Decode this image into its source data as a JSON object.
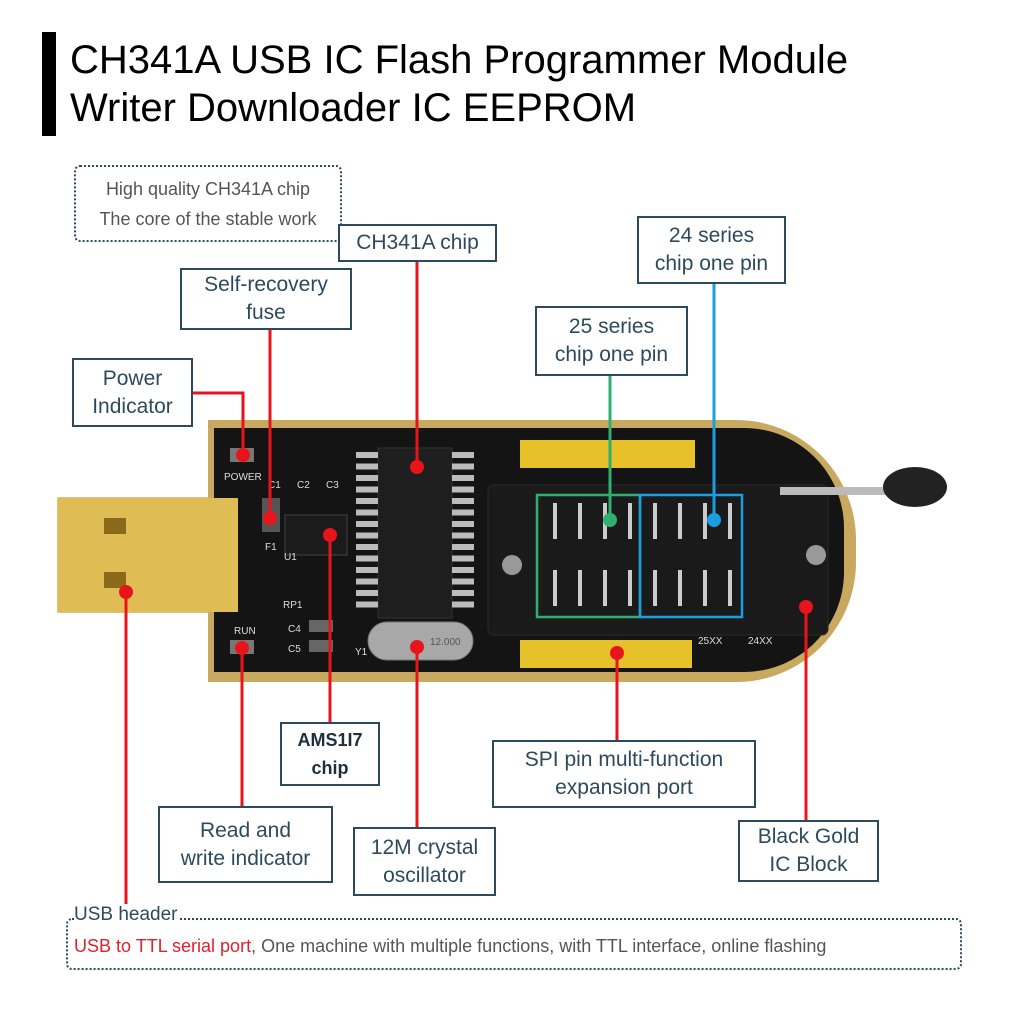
{
  "title": {
    "line1": "CH341A USB IC Flash Programmer Module",
    "line2": "Writer Downloader IC EEPROM"
  },
  "intro_note": {
    "line1": "High quality CH341A chip",
    "line2": "The core of the stable work"
  },
  "callouts": {
    "ch341a_chip": "CH341A chip",
    "fuse": {
      "line1": "Self-recovery",
      "line2": "fuse"
    },
    "power": {
      "line1": "Power",
      "line2": "Indicator"
    },
    "series24": {
      "line1": "24 series",
      "line2": "chip one pin"
    },
    "series25": {
      "line1": "25 series",
      "line2": "chip one pin"
    },
    "ams": {
      "line1": "AMS1I7",
      "line2": "chip"
    },
    "rw": {
      "line1": "Read and",
      "line2": "write indicator"
    },
    "crystal": {
      "line1": "12M crystal",
      "line2": "oscillator"
    },
    "spi": {
      "line1": "SPI pin multi-function",
      "line2": "expansion port"
    },
    "block": {
      "line1": "Black Gold",
      "line2": "IC Block"
    }
  },
  "usb_note": {
    "label": "USB header",
    "highlight": "USB to TTL serial port",
    "rest": ", One machine with multiple functions, with TTL interface, online flashing"
  },
  "board_labels": {
    "power": "POWER",
    "c1": "C1",
    "c2": "C2",
    "c3": "C3",
    "f1": "F1",
    "u1": "U1",
    "rp1": "RP1",
    "run": "RUN",
    "c4": "C4",
    "c5": "C5",
    "y1": "Y1",
    "crystal": "12.000",
    "xx25": "25XX",
    "xx24": "24XX"
  },
  "colors": {
    "leader": "#e8141c",
    "series25": "#2fb070",
    "series24": "#1a9ee0",
    "box_border": "#2d4a5c",
    "highlight_text": "#e0202a"
  }
}
